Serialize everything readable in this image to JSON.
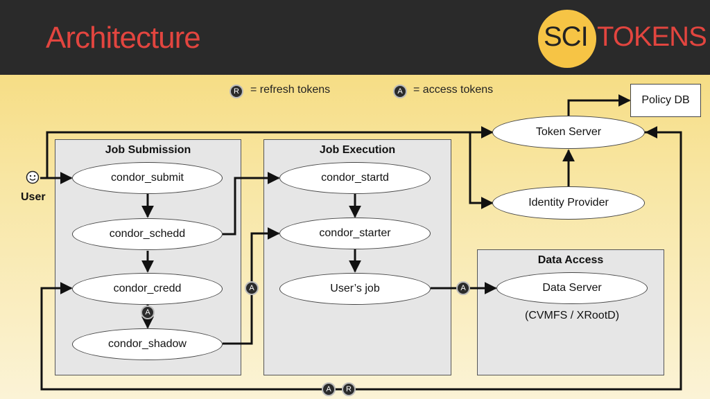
{
  "header": {
    "title": "Architecture",
    "logo_left": "SCI",
    "logo_right": "TOKENS"
  },
  "legend": {
    "refresh_symbol": "R",
    "refresh_label": "= refresh tokens",
    "access_symbol": "A",
    "access_label": "= access tokens"
  },
  "groups": {
    "job_submission": "Job Submission",
    "job_execution": "Job Execution",
    "data_access": "Data Access"
  },
  "nodes": {
    "condor_submit": "condor_submit",
    "condor_schedd": "condor_schedd",
    "condor_credd": "condor_credd",
    "condor_shadow": "condor_shadow",
    "condor_startd": "condor_startd",
    "condor_starter": "condor_starter",
    "users_job": "User’s job",
    "data_server": "Data Server",
    "data_server_note": "(CVMFS / XRootD)",
    "token_server": "Token Server",
    "identity_provider": "Identity Provider",
    "policy_db": "Policy DB"
  },
  "user": {
    "icon": "smiley-face-icon",
    "label": "User"
  },
  "badges": {
    "credd_shadow": "A",
    "shadow_starter": "A",
    "job_dataserver": "A",
    "bottom_access": "A",
    "bottom_refresh": "R"
  },
  "colors": {
    "header_bg": "#2a2a2a",
    "title": "#e2453f",
    "logo_circle": "#f6c445",
    "group_bg": "#e6e6e6"
  }
}
